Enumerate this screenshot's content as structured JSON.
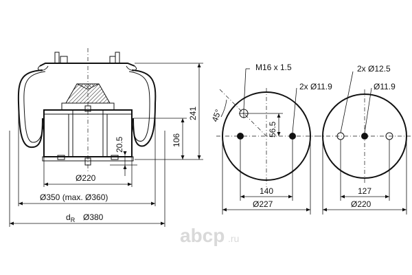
{
  "side_view": {
    "d220": "Ø220",
    "d350": "Ø350 (max. Ø360)",
    "dR": "d",
    "dR_sub": "R",
    "d380": "Ø380",
    "h241": "241",
    "h106": "106",
    "h20_5": "20.5"
  },
  "top_view_left": {
    "thread": "M16 x 1.5",
    "holes": "2x Ø11.9",
    "angle": "45°",
    "offset": "56.5",
    "spacing": "140",
    "diameter": "Ø227"
  },
  "top_view_right": {
    "holes_large": "2x Ø12.5",
    "hole_center": "Ø11.9",
    "spacing": "127",
    "diameter": "Ø220"
  },
  "watermark": {
    "text": "abcp",
    "suffix": ".ru",
    "colors": {
      "text": "#d9d9d9"
    }
  }
}
